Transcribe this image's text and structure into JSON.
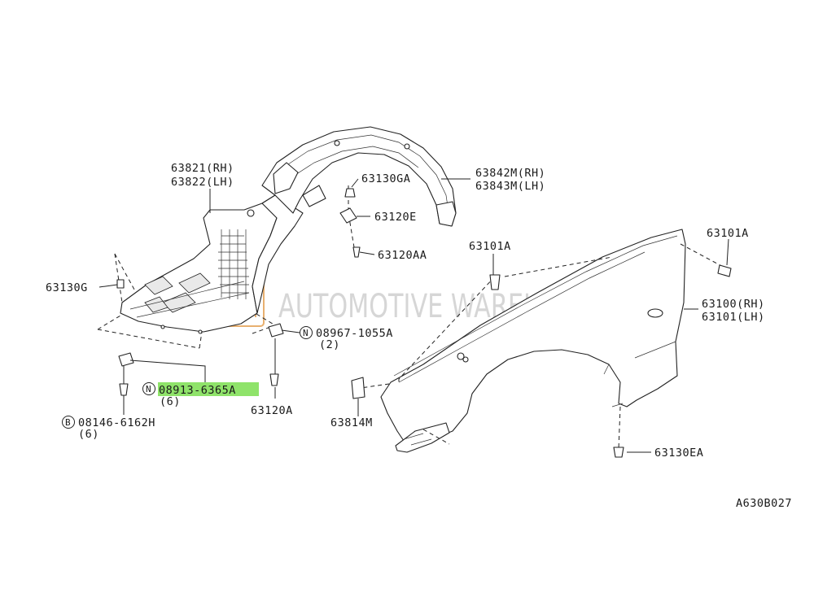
{
  "labels": {
    "p63821": "63821(RH)",
    "p63822": "63822(LH)",
    "p63842": "63842M(RH)",
    "p63843": "63843M(LH)",
    "p63130GA": "63130GA",
    "p63120E": "63120E",
    "p63120AA": "63120AA",
    "p63130G": "63130G",
    "p08967": "08967-1055A",
    "p08967_qty": "(2)",
    "p08913": "08913-6365A",
    "p08913_qty": "(6)",
    "p08146": "08146-6162H",
    "p08146_qty": "(6)",
    "p63120A": "63120A",
    "p63101A_left": "63101A",
    "p63101A_right": "63101A",
    "p63100": "63100(RH)",
    "p63101": "63101(LH)",
    "p63814M": "63814M",
    "p63130EA": "63130EA",
    "diagram_code": "A630B027"
  },
  "callouts": {
    "n_symbol": "N",
    "b_symbol": "B"
  },
  "watermark": "AUTOMOTIVE WAREHOUSE",
  "colors": {
    "highlight": "#8fe36a",
    "line": "#222222",
    "watermark": "#c8c8c8"
  }
}
